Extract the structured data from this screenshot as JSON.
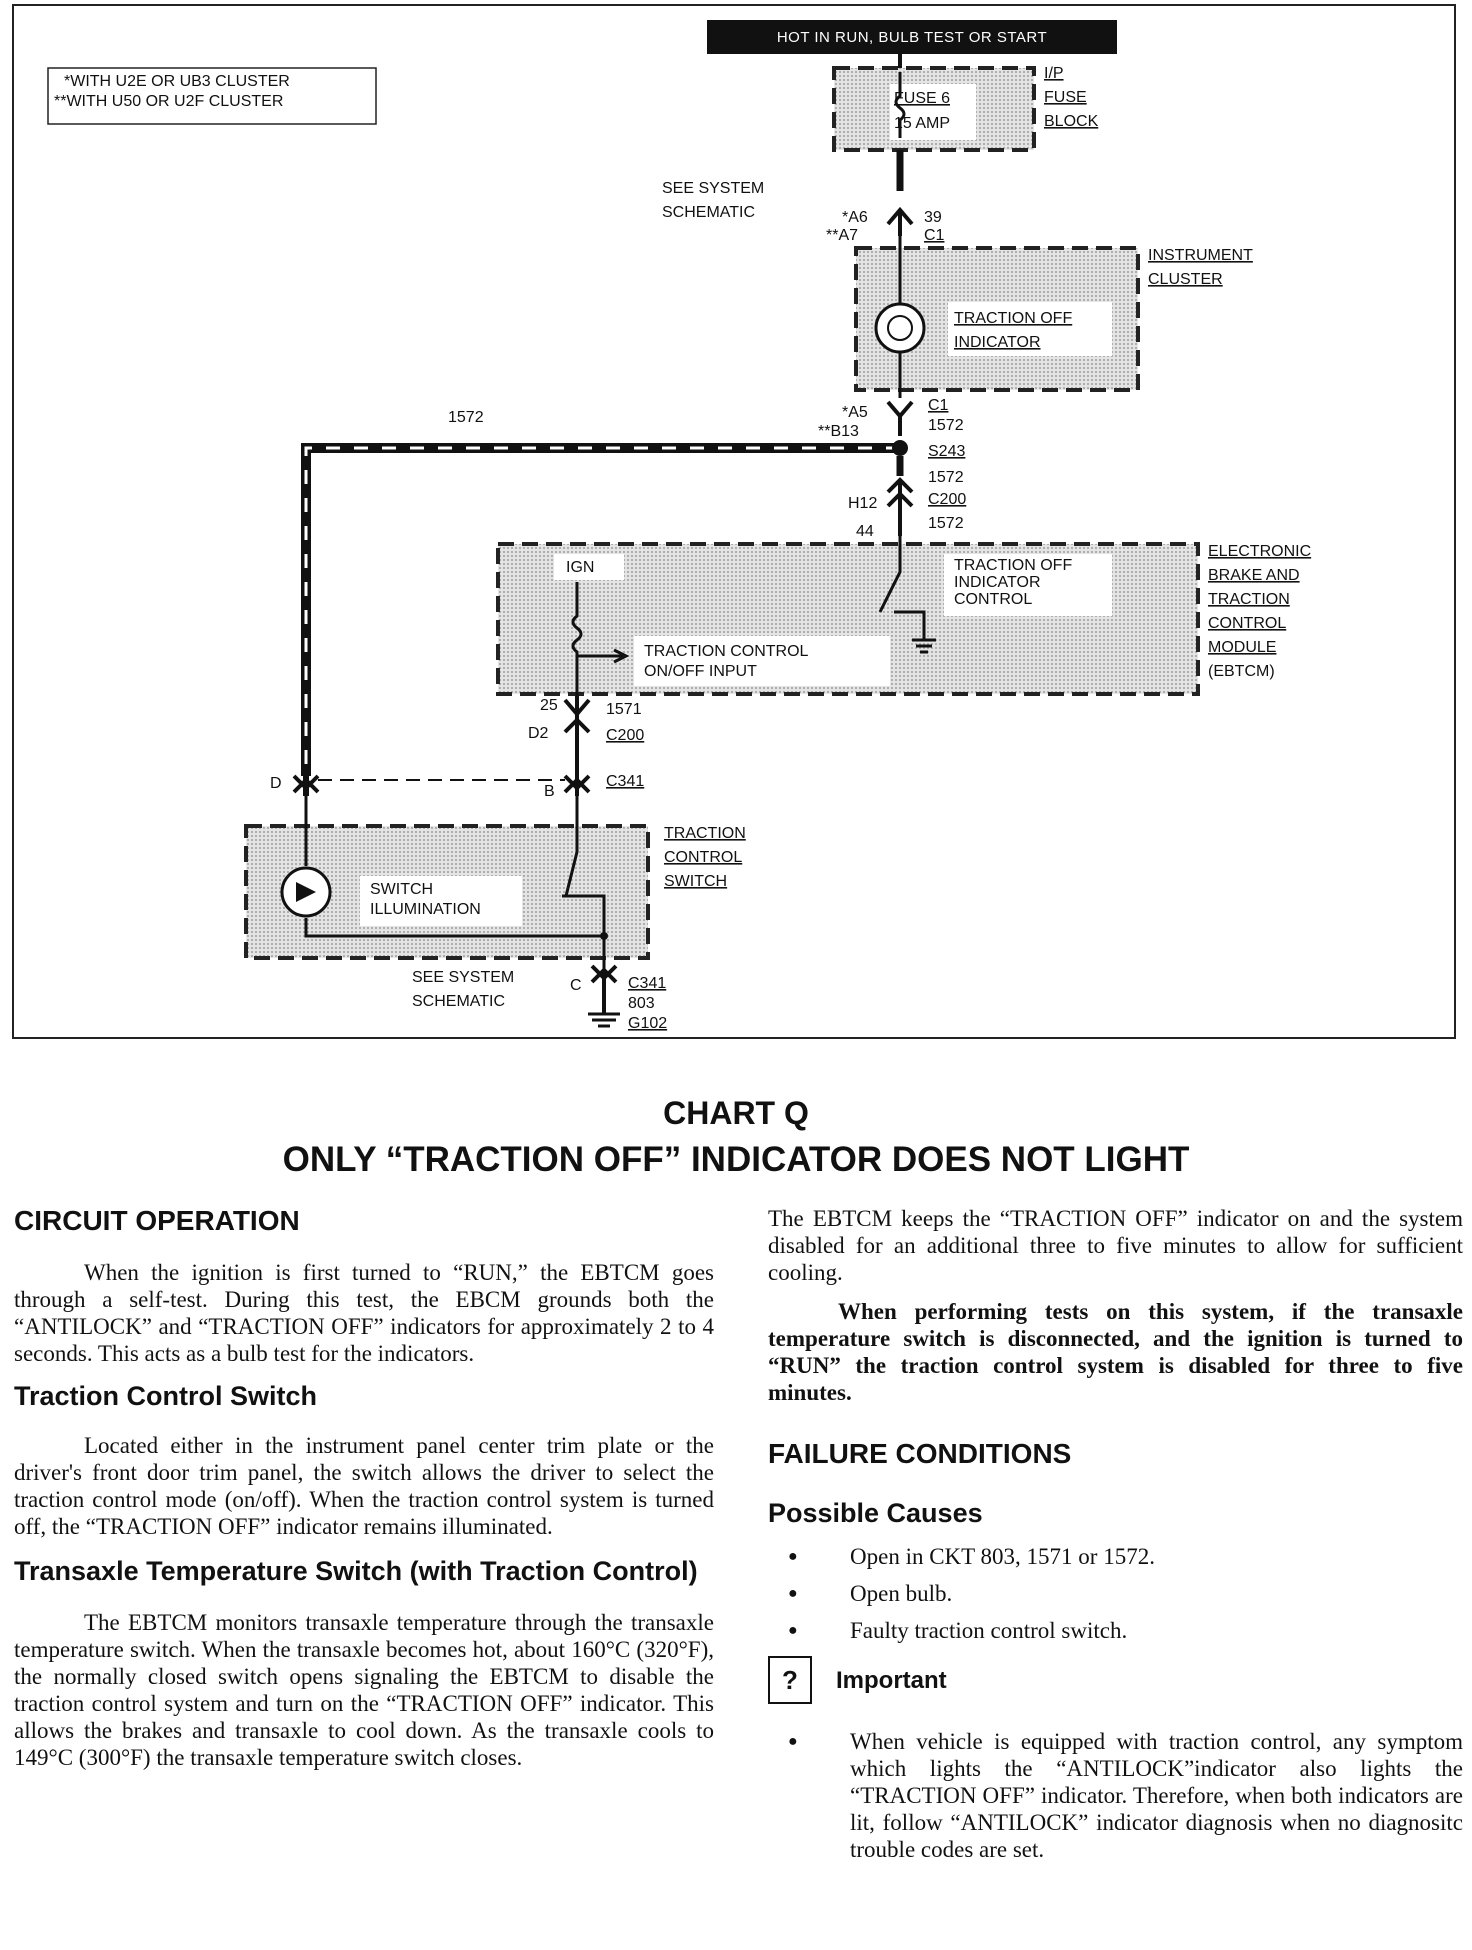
{
  "diagram": {
    "header": "HOT IN RUN, BULB TEST OR START",
    "legend": [
      "*WITH U2E OR UB3 CLUSTER",
      "**WITH U50 OR U2F CLUSTER"
    ],
    "fuse_block": {
      "fuse": "FUSE 6",
      "rating": "15 AMP",
      "name": [
        "I/P",
        "FUSE",
        "BLOCK"
      ]
    },
    "see_schematic_top": [
      "SEE SYSTEM",
      "SCHEMATIC"
    ],
    "c1_top": {
      "pin_a": "*A6",
      "pin_b": "**A7",
      "circuit": "39",
      "connector": "C1"
    },
    "cluster": {
      "name": [
        "INSTRUMENT",
        "CLUSTER"
      ],
      "indicator": [
        "TRACTION OFF",
        "INDICATOR"
      ]
    },
    "c1_bottom": {
      "pin_a": "*A5",
      "pin_b": "**B13",
      "connector": "C1",
      "circuit": "1572"
    },
    "wire_left": "1572",
    "splice": {
      "id": "S243",
      "circuit": "1572"
    },
    "c200_top": {
      "pin_a": "H12",
      "pin_b": "44",
      "connector": "C200",
      "circuit": "1572"
    },
    "ebtcm": {
      "ign": "IGN",
      "control": [
        "TRACTION OFF",
        "INDICATOR",
        "CONTROL"
      ],
      "input": [
        "TRACTION CONTROL",
        "ON/OFF INPUT"
      ],
      "name": [
        "ELECTRONIC",
        "BRAKE AND",
        "TRACTION",
        "CONTROL",
        "MODULE",
        "(EBTCM)"
      ]
    },
    "c200_bottom": {
      "pin_a": "25",
      "pin_b": "D2",
      "circuit": "1571",
      "connector": "C200"
    },
    "c341_top": {
      "pin_d": "D",
      "pin_b": "B",
      "connector": "C341"
    },
    "switch": {
      "illum": [
        "SWITCH",
        "ILLUMINATION"
      ],
      "name": [
        "TRACTION",
        "CONTROL",
        "SWITCH"
      ]
    },
    "see_schematic_bottom": [
      "SEE SYSTEM",
      "SCHEMATIC"
    ],
    "ground": {
      "pin": "C",
      "connector": "C341",
      "circuit": "803",
      "ground": "G102"
    }
  },
  "chart": {
    "title": "CHART Q",
    "subtitle": "ONLY “TRACTION OFF” INDICATOR DOES NOT LIGHT"
  },
  "left": {
    "h_circuit": "CIRCUIT OPERATION",
    "p_circuit": "When the ignition is first turned to “RUN,” the EBTCM goes through a self-test. During this test, the EBCM grounds both the “ANTILOCK” and “TRACTION OFF” indicators for approximately 2 to 4 seconds. This acts as a bulb test for the indicators.",
    "h_switch": "Traction Control Switch",
    "p_switch": "Located either in the instrument panel center trim plate or the driver's front door trim panel, the switch allows the driver to select the traction control mode (on/off). When the traction control system is turned off, the “TRACTION OFF” indicator remains illuminated.",
    "h_temp": "Transaxle Temperature Switch (with Traction Control)",
    "p_temp": "The EBTCM monitors transaxle temperature through the transaxle temperature switch. When the transaxle becomes hot, about 160°C (320°F), the normally closed switch opens signaling the EBTCM to disable the traction control system and turn on the “TRACTION OFF” indicator. This allows the brakes and transaxle to cool down. As the transaxle cools to 149°C (300°F) the transaxle temperature switch closes."
  },
  "right": {
    "p1": "The EBTCM keeps the “TRACTION OFF” indicator on and the system disabled for an additional three to five minutes to allow for sufficient cooling.",
    "p2": "When performing tests on this system, if the transaxle temperature switch is disconnected, and the ignition is turned to “RUN” the traction control system is disabled for three to five minutes.",
    "h_failure": "FAILURE CONDITIONS",
    "h_causes": "Possible Causes",
    "causes": [
      "Open in CKT 803, 1571 or 1572.",
      "Open bulb.",
      "Faulty traction control switch."
    ],
    "important_icon": "?",
    "important_label": "Important",
    "important_text": "When vehicle is equipped with traction control, any symptom which lights the “ANTILOCK”indicator also lights the “TRACTION OFF” indicator. Therefore, when both indicators are lit, follow “ANTILOCK” indicator diagnosis when no diagnositc trouble codes are set."
  }
}
